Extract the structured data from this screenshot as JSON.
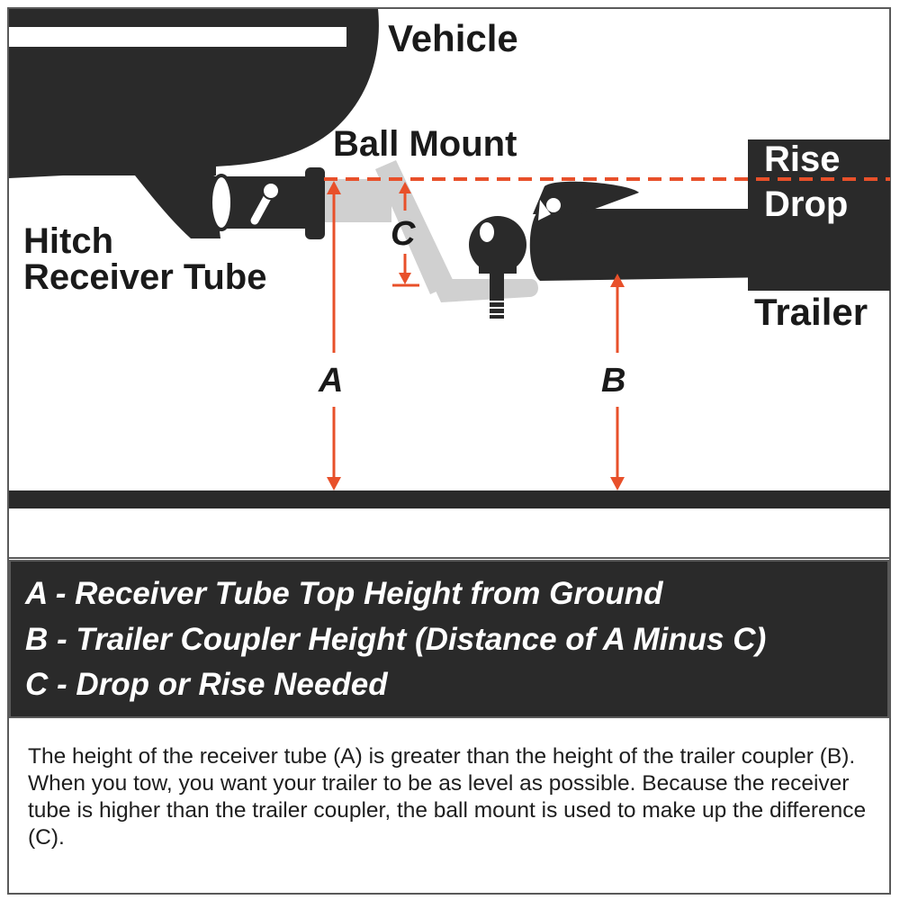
{
  "labels": {
    "vehicle": "Vehicle",
    "ball_mount": "Ball Mount",
    "rise": "Rise",
    "drop": "Drop",
    "trailer": "Trailer",
    "hitch_line1": "Hitch",
    "hitch_line2": "Receiver Tube",
    "a": "A",
    "b": "B",
    "c": "C"
  },
  "legend": {
    "a": "A - Receiver Tube Top Height from Ground",
    "b": "B - Trailer Coupler Height (Distance of A Minus C)",
    "c": "C - Drop or Rise Needed"
  },
  "note": "The height of the receiver tube (A) is greater than the height of the trailer coupler (B). When you tow, you want your trailer to be as level as possible. Because the receiver tube is higher than the trailer coupler, the ball mount is used to make up the difference (C).",
  "colors": {
    "accent": "#e8502a",
    "dark": "#2a2a2a",
    "mount_gray": "#d0d0d0"
  },
  "icons": [
    "vehicle-icon",
    "receiver-tube-icon",
    "hitch-pin-icon",
    "ball-mount-icon",
    "hitch-ball-icon",
    "trailer-coupler-icon"
  ]
}
